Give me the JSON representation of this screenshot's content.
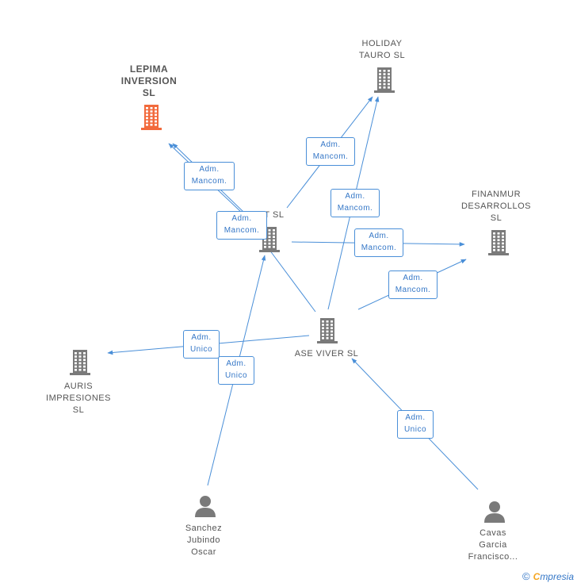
{
  "colors": {
    "edge": "#4a8fd8",
    "company": "#7a7a7a",
    "company_highlight": "#f26a3c",
    "person": "#7a7a7a"
  },
  "nodes": [
    {
      "id": "lepima",
      "label": "LEPIMA\nINVERSION\nSL",
      "type": "company",
      "highlight": true
    },
    {
      "id": "holiday",
      "label": "HOLIDAY\nTAURO  SL",
      "type": "company",
      "highlight": false
    },
    {
      "id": "finanmur",
      "label": "FINANMUR\nDESARROLLOS\nSL",
      "type": "company",
      "highlight": false
    },
    {
      "id": "st",
      "label": "ST  SL",
      "type": "company",
      "highlight": false
    },
    {
      "id": "asevivir",
      "label": "ASE VIVER  SL",
      "type": "company",
      "highlight": false
    },
    {
      "id": "auris",
      "label": "AURIS\nIMPRESIONES\nSL",
      "type": "company",
      "highlight": false
    },
    {
      "id": "sanchez",
      "label": "Sanchez\nJubindo\nOscar",
      "type": "person",
      "highlight": false
    },
    {
      "id": "cavas",
      "label": "Cavas\nGarcia\nFrancisco...",
      "type": "person",
      "highlight": false
    }
  ],
  "edges": [
    {
      "from": "st",
      "to": "lepima",
      "label": "Adm.\nMancom."
    },
    {
      "from": "asevivir",
      "to": "lepima",
      "label": "Adm.\nMancom."
    },
    {
      "from": "st",
      "to": "holiday",
      "label": "Adm.\nMancom."
    },
    {
      "from": "asevivir",
      "to": "holiday",
      "label": "Adm.\nMancom."
    },
    {
      "from": "st",
      "to": "finanmur",
      "label": "Adm.\nMancom."
    },
    {
      "from": "asevivir",
      "to": "finanmur",
      "label": "Adm.\nMancom."
    },
    {
      "from": "asevivir",
      "to": "auris",
      "label": "Adm.\nUnico"
    },
    {
      "from": "sanchez",
      "to": "st",
      "label": "Adm.\nUnico"
    },
    {
      "from": "cavas",
      "to": "asevivir",
      "label": "Adm.\nUnico"
    }
  ],
  "footer": {
    "copyright": "©",
    "brand_first": "C",
    "brand_rest": "mpresia"
  }
}
